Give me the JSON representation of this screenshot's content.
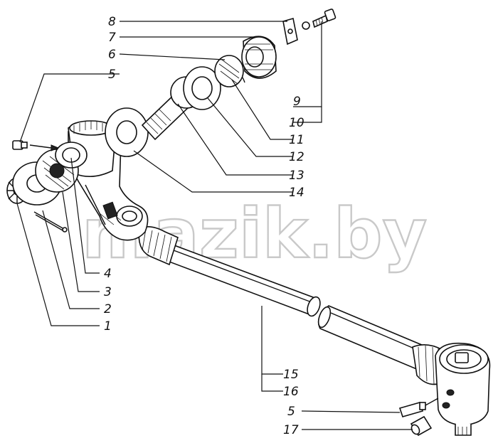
{
  "watermark": "mazik.by",
  "labels": {
    "l1": "1",
    "l2": "2",
    "l3": "3",
    "l4": "4",
    "l5a": "5",
    "l5b": "5",
    "l6": "6",
    "l7": "7",
    "l8": "8",
    "l9": "9",
    "l10": "10",
    "l11": "11",
    "l12": "12",
    "l13": "13",
    "l14": "14",
    "l15": "15",
    "l16": "16",
    "l17": "17"
  }
}
